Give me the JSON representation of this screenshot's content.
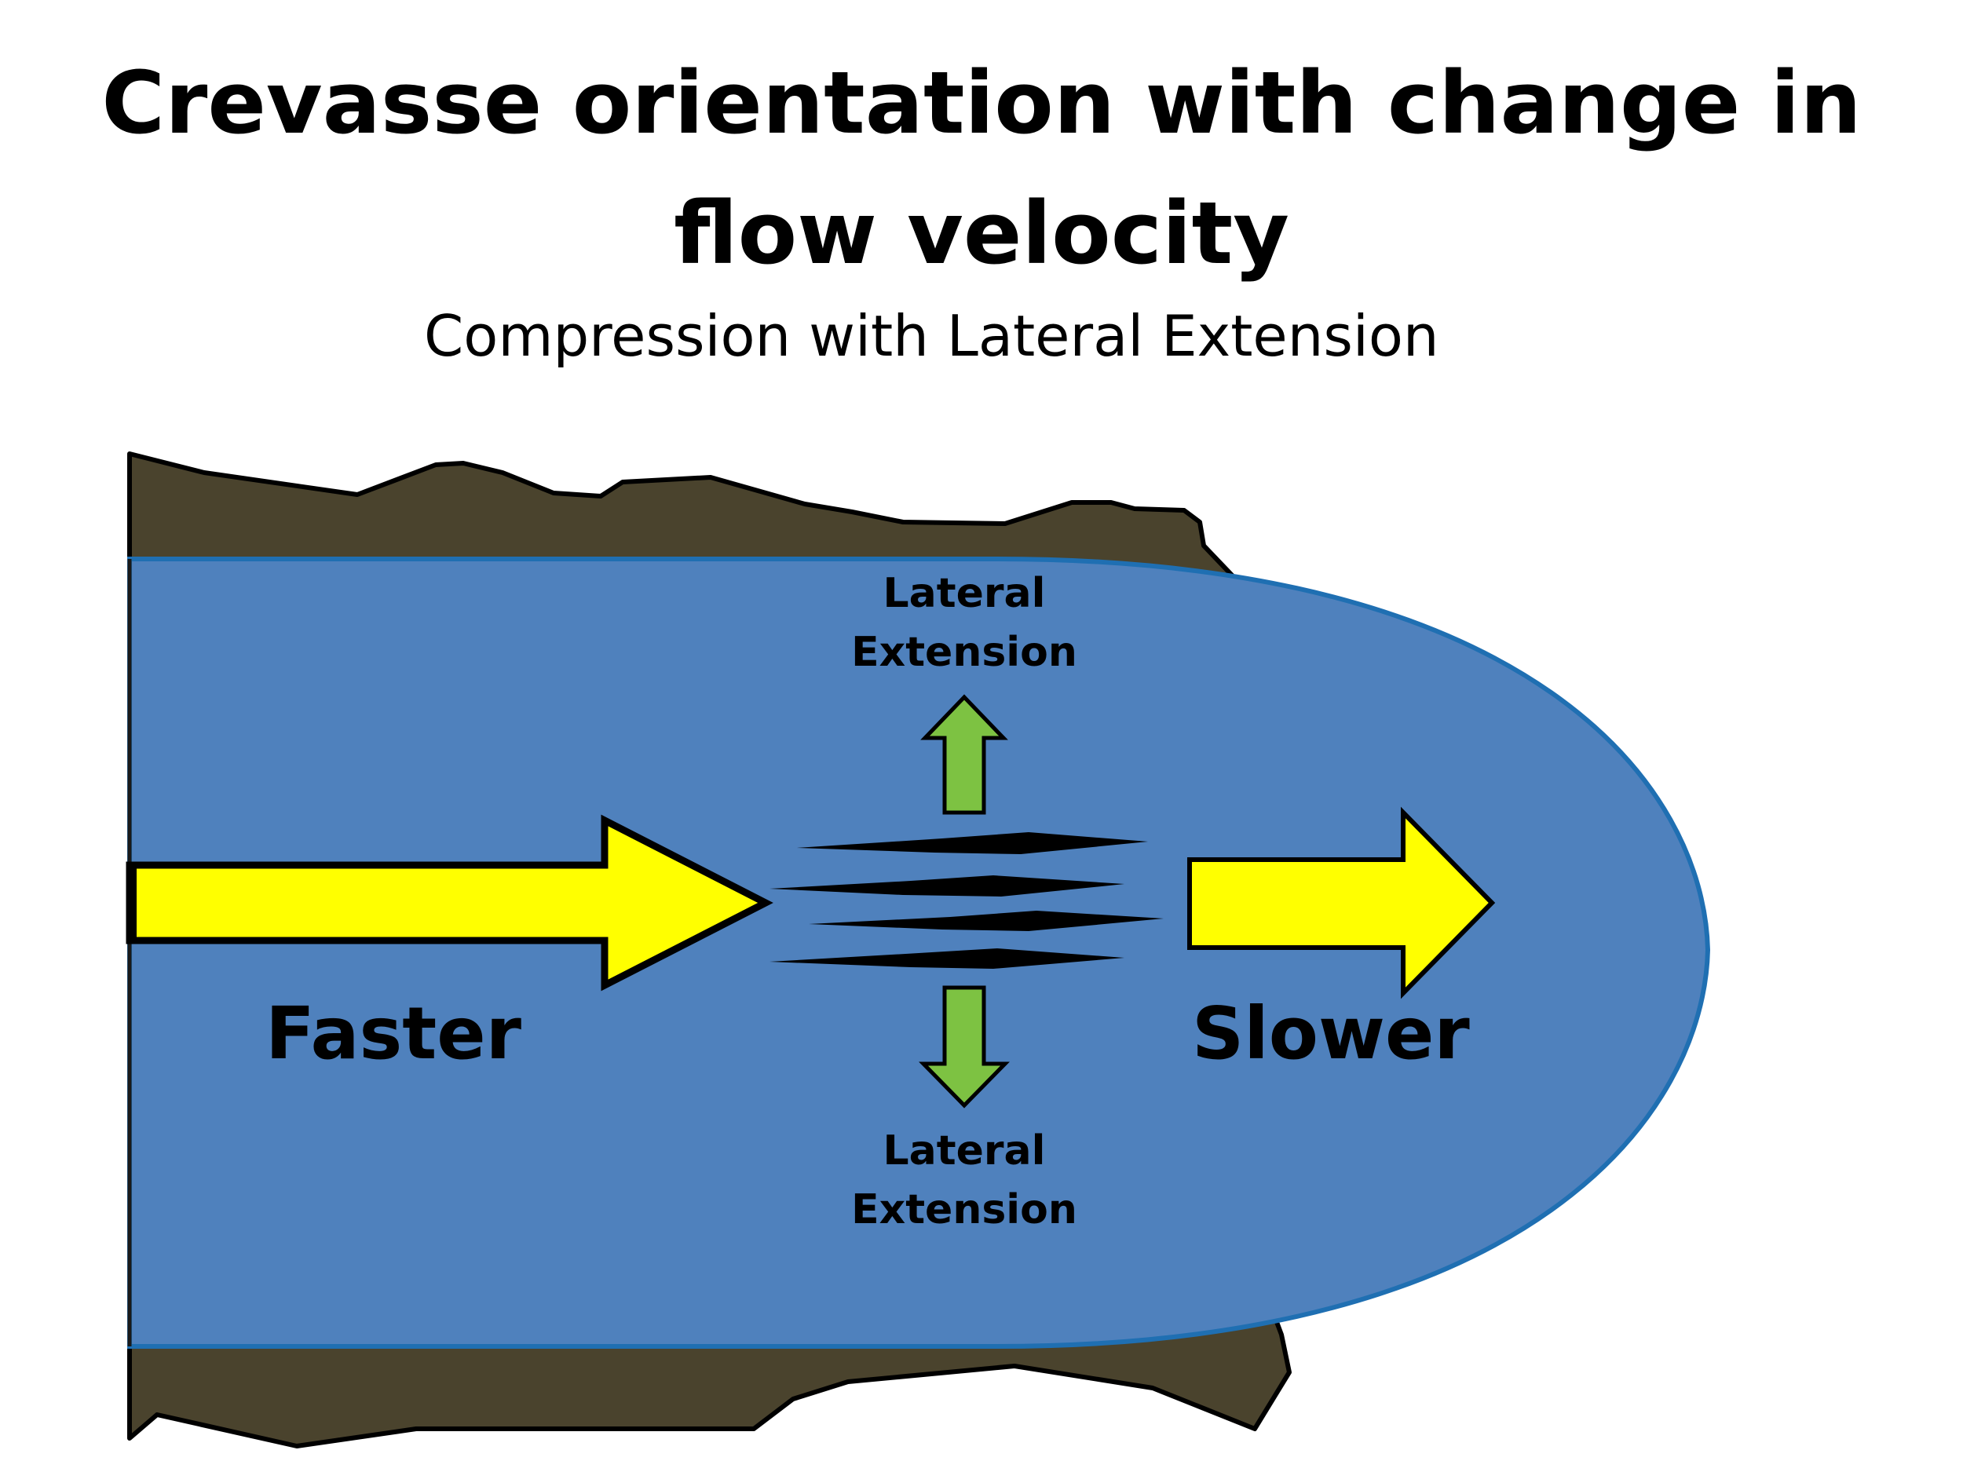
{
  "title": "Crevasse orientation with change in flow velocity",
  "subtitle": "Compression with Lateral Extension",
  "labels": {
    "faster": "Faster",
    "slower": "Slower",
    "top_extension_line1": "Lateral",
    "top_extension_line2": "Extension",
    "bottom_extension_line1": "Lateral",
    "bottom_extension_line2": "Extension"
  },
  "colors": {
    "rock": "#4a432d",
    "ice": "#4f81bd",
    "ice_outline": "#1f6fb2",
    "flow_arrow": "#ffff00",
    "extension_arrow": "#7dc242",
    "crevasse": "#000000"
  }
}
